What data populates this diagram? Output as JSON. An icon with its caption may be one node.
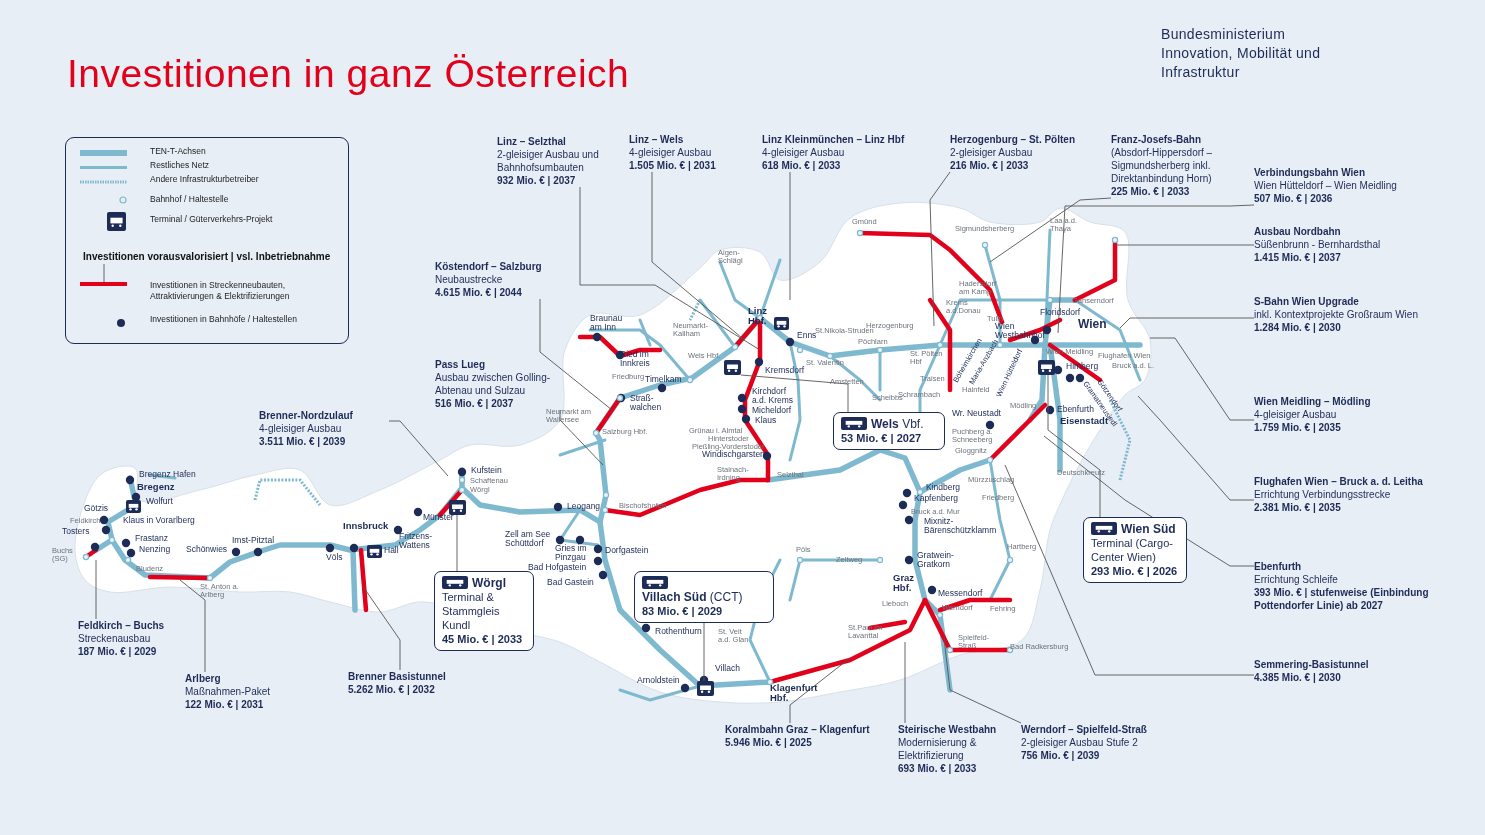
{
  "diagram": {
    "title": "Investitionen in ganz Österreich",
    "nodes": [
      {
        "text": [
          "Linz – Selzthal",
          "2-gleisiger Ausbau und Bahnhofsumbauten",
          "932 Mio. € | 2037"
        ]
      },
      {
        "text": [
          "Linz – Wels",
          "4-gleisiger Ausbau",
          "1.505 Mio. € | 2031"
        ]
      },
      {
        "text": [
          "Linz Kleinmünchen – Linz Hbf",
          "4-gleisiger Ausbau",
          "618 Mio. € | 2033"
        ]
      },
      {
        "text": [
          "Herzogenburg – St. Pölten",
          "2-gleisiger Ausbau",
          "216 Mio. € | 2033"
        ]
      },
      {
        "text": [
          "Franz-Josefs-Bahn",
          "(Absdorf-Hippersdorf – Sigmundsherberg inkl. Direktanbindung Horn)",
          "225 Mio. € | 2033"
        ]
      },
      {
        "text": [
          "Verbindungsbahn Wien",
          "Wien Hütteldorf – Wien Meidling",
          "507 Mio. € | 2036"
        ]
      },
      {
        "text": [
          "Ausbau Nordbahn",
          "Süßenbrunn - Bernhardsthal",
          "1.415 Mio. € | 2037"
        ]
      },
      {
        "text": [
          "S-Bahn Wien Upgrade",
          "inkl. Kontextprojekte Großraum Wien",
          "1.284 Mio. € | 2030"
        ]
      },
      {
        "text": [
          "Wien Meidling – Mödling",
          "4-gleisiger Ausbau",
          "1.759 Mio. € | 2035"
        ]
      },
      {
        "text": [
          "Flughafen Wien – Bruck a. d. Leitha",
          "Errichtung Verbindungsstrecke",
          "2.381 Mio. € | 2035"
        ]
      },
      {
        "text": [
          "Ebenfurth",
          "Errichtung Schleife",
          "393 Mio. € | stufenweise (Einbindung Pottendorfer Linie) ab 2027"
        ]
      },
      {
        "text": [
          "Semmering-Basistunnel",
          "4.385 Mio. € | 2030"
        ]
      },
      {
        "text": [
          "Werndorf – Spielfeld-Straß",
          "2-gleisiger Ausbau Stufe 2",
          "756 Mio. € | 2039"
        ]
      },
      {
        "text": [
          "Steirische Westbahn",
          "Modernisierung & Elektrifizierung",
          "693 Mio. € | 2033"
        ]
      },
      {
        "text": [
          "Koralmbahn Graz – Klagenfurt",
          "5.946 Mio. € | 2025"
        ]
      },
      {
        "text": [
          "Brenner Basistunnel",
          "5.262 Mio. € | 2032"
        ]
      },
      {
        "text": [
          "Arlberg",
          "Maßnahmen-Paket",
          "122 Mio. € | 2031"
        ]
      },
      {
        "text": [
          "Feldkirch – Buchs",
          "Streckenausbau",
          "187 Mio. € | 2029"
        ]
      },
      {
        "text": [
          "Brenner-Nordzulauf",
          "4-gleisiger Ausbau",
          "3.511 Mio. € | 2039"
        ]
      },
      {
        "text": [
          "Pass Lueg",
          "Ausbau zwischen Golling-Abtenau und Sulzau",
          "516 Mio. € | 2037"
        ]
      },
      {
        "text": [
          "Köstendorf – Salzburg",
          "Neubaustrecke",
          "4.615 Mio. € | 2044"
        ]
      },
      {
        "text": [
          "**Wels** Vbf.",
          "53 Mio. € | 2027"
        ]
      },
      {
        "text": [
          "Wörgl",
          "Terminal & Stammgleis Kundl",
          "45 Mio. € | 2033"
        ]
      },
      {
        "text": [
          "**Villach Süd** (CCT)",
          "83 Mio. € | 2029"
        ]
      },
      {
        "text": [
          "Wien Süd",
          "Terminal (Cargo-Center Wien)",
          "293 Mio. € | 2026"
        ]
      },
      {
        "text": [],
        "shape": "picture"
      },
      {
        "text": [],
        "shape": "picture"
      },
      {
        "text": [],
        "shape": "picture"
      },
      {
        "text": [],
        "shape": "picture"
      }
    ],
    "edges": [
      {
        "from": 0,
        "to": null,
        "arrow": "none"
      },
      {
        "from": 1,
        "to": null,
        "arrow": "none"
      },
      {
        "from": 2,
        "to": null,
        "arrow": "none"
      },
      {
        "from": 3,
        "to": null,
        "arrow": "none"
      },
      {
        "from": 4,
        "to": null,
        "arrow": "none"
      },
      {
        "from": 5,
        "to": null,
        "arrow": "none"
      },
      {
        "from": 6,
        "to": null,
        "arrow": "none"
      },
      {
        "from": 7,
        "to": null,
        "arrow": "none"
      },
      {
        "from": 8,
        "to": null,
        "arrow": "none"
      },
      {
        "from": 9,
        "to": null,
        "arrow": "none"
      },
      {
        "from": 10,
        "to": null,
        "arrow": "none"
      },
      {
        "from": 11,
        "to": null,
        "arrow": "none"
      },
      {
        "from": 12,
        "to": null,
        "arrow": "none"
      },
      {
        "from": 13,
        "to": null,
        "arrow": "none"
      },
      {
        "from": 14,
        "to": null,
        "arrow": "none"
      },
      {
        "from": 15,
        "to": null,
        "arrow": "none"
      },
      {
        "from": 16,
        "to": null,
        "arrow": "none"
      },
      {
        "from": 17,
        "to": null,
        "arrow": "none"
      },
      {
        "from": 18,
        "to": null,
        "arrow": "none"
      },
      {
        "from": 19,
        "to": null,
        "arrow": "none"
      },
      {
        "from": 20,
        "to": null,
        "arrow": "none"
      },
      {
        "from": 21,
        "to": 25,
        "arrow": "none"
      },
      {
        "from": 22,
        "to": 26,
        "arrow": "none"
      },
      {
        "from": 23,
        "to": 27,
        "arrow": "none"
      },
      {
        "from": 24,
        "to": 28,
        "arrow": "none"
      }
    ],
    "labels": [
      "Bundesministerium Innovation, Mobilität und Infrastruktur",
      "Investitionen vorausvalorisiert | vsl. Inbetriebnahme",
      "Bregenz Hafen",
      "Bregenz",
      "Wolfurt",
      "Götzis",
      "Feldkirch",
      "Klaus in Vorarlberg",
      "Tosters",
      "Frastanz",
      "Buchs (SG)",
      "Nenzing",
      "Bludenz",
      "Imst-Pitztal",
      "Schönwies",
      "St. Anton a. Arlberg",
      "Innsbruck",
      "Völs",
      "Hall",
      "Fritzens-Wattens",
      "Münster",
      "Kufstein",
      "Schaftenau",
      "Wörgl",
      "Leogang",
      "Zell am See Schüttdorf",
      "Gries im Pinzgau",
      "Dorfgastein",
      "Bad Hofgastein",
      "Bad Gastein",
      "Bischofshofen",
      "Salzburg Hbf.",
      "Neumarkt am Wallersee",
      "Friedburg",
      "Timelkam",
      "Straß-walchen",
      "Braunau am Inn",
      "Ried im Innkreis",
      "Neumarkt-Kallham",
      "Wels Hbf.",
      "Linz Hbf.",
      "Enns",
      "St.Nikola-Struden",
      "St. Valentin",
      "Kremsdorf",
      "Amstetten",
      "Kirchdorf a.d. Krems",
      "Micheldorf",
      "Klaus",
      "Grünau i. Almtal",
      "Hinterstoder",
      "Pießling-Vorderstoder",
      "Windischgarsten",
      "Stainach-Irdning",
      "Selzthal",
      "Aigen-Schlägl",
      "Gmünd",
      "Sigmundsherberg",
      "Laa a.d. Thaya",
      "Hadersdorf am Kamp",
      "Krems a.d.Donau",
      "Tulln",
      "Herzogenburg",
      "Pöchlarn",
      "St. Pölten Hbf",
      "Böheimkirchen",
      "Maria-Anzbach",
      "Wien Hütteldorf",
      "Wien Westbahnhof",
      "Floridsdorf",
      "Wien",
      "Gänserndorf",
      "Wien Meidling",
      "Flughafen Wien",
      "Mödling",
      "Himberg",
      "Bruck a.d. L.",
      "Gramatneusiedl",
      "Götzendorf",
      "Traisen",
      "Schrambach",
      "Hainfeld",
      "Scheibbs",
      "Wr. Neustadt",
      "Ebenfurth",
      "Eisenstadt",
      "Puchberg a. Schneeberg",
      "Gloggnitz",
      "Deutschkreutz",
      "Mürzzuschlag",
      "Friedberg",
      "Kindberg",
      "Kapfenberg",
      "Bruck a.d. Mur",
      "Mixnitz-Bärenschützklamm",
      "Hartberg",
      "Gratwein-Gratkorn",
      "Graz Hbf.",
      "Messendorf",
      "Lieboch",
      "Werndorf",
      "Fehring",
      "Spielfeld-Straß",
      "Bad Radkersburg",
      "St.Paul im Lavanttal",
      "Pöls",
      "Zeltweg",
      "St. Veit a.d. Glan",
      "Rothenthurn",
      "Villach",
      "Arnoldstein",
      "Klagenfurt Hbf."
    ],
    "legend": [
      {
        "text": "TEN-T-Achsen"
      },
      {
        "text": "Restliches Netz"
      },
      {
        "text": "Andere Infrastrukturbetreiber"
      },
      {
        "text": "Bahnhof / Haltestelle"
      },
      {
        "text": "Terminal / Güterverkehrs-Projekt"
      },
      {
        "text": "Investitionen in Streckenneubauten, Attraktivierungen & Elektrifizierungen"
      },
      {
        "text": "Investitionen in Bahnhöfe / Haltestellen"
      }
    ]
  }
}
